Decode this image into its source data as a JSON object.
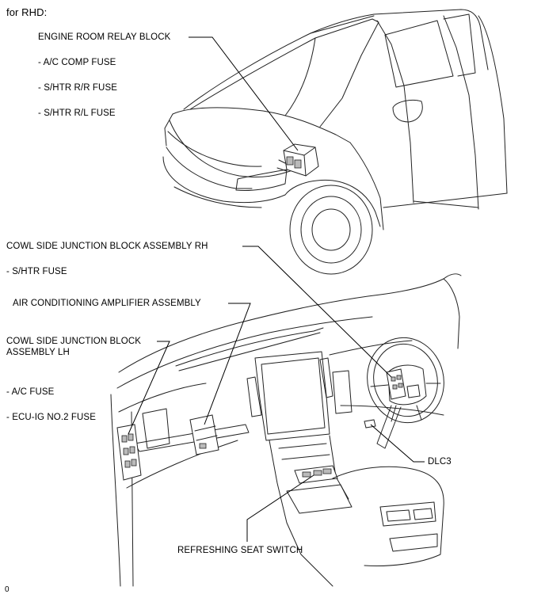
{
  "header": "for RHD:",
  "labels": {
    "engine_room_relay_block": "ENGINE ROOM RELAY BLOCK",
    "ac_comp_fuse": "- A/C COMP FUSE",
    "shtr_rr_fuse": "- S/HTR R/R FUSE",
    "shtr_rl_fuse": "- S/HTR R/L FUSE",
    "cowl_rh": "COWL SIDE JUNCTION BLOCK ASSEMBLY RH",
    "shtr_fuse": "- S/HTR FUSE",
    "ac_amplifier": "AIR CONDITIONING AMPLIFIER ASSEMBLY",
    "cowl_lh_line1": "COWL SIDE JUNCTION BLOCK",
    "cowl_lh_line2": "ASSEMBLY LH",
    "ac_fuse": "- A/C FUSE",
    "ecu_ig_fuse": "- ECU-IG NO.2 FUSE",
    "dlc3": "DLC3",
    "refreshing_seat_switch": "REFRESHING SEAT SWITCH"
  },
  "footer_id": "0"
}
